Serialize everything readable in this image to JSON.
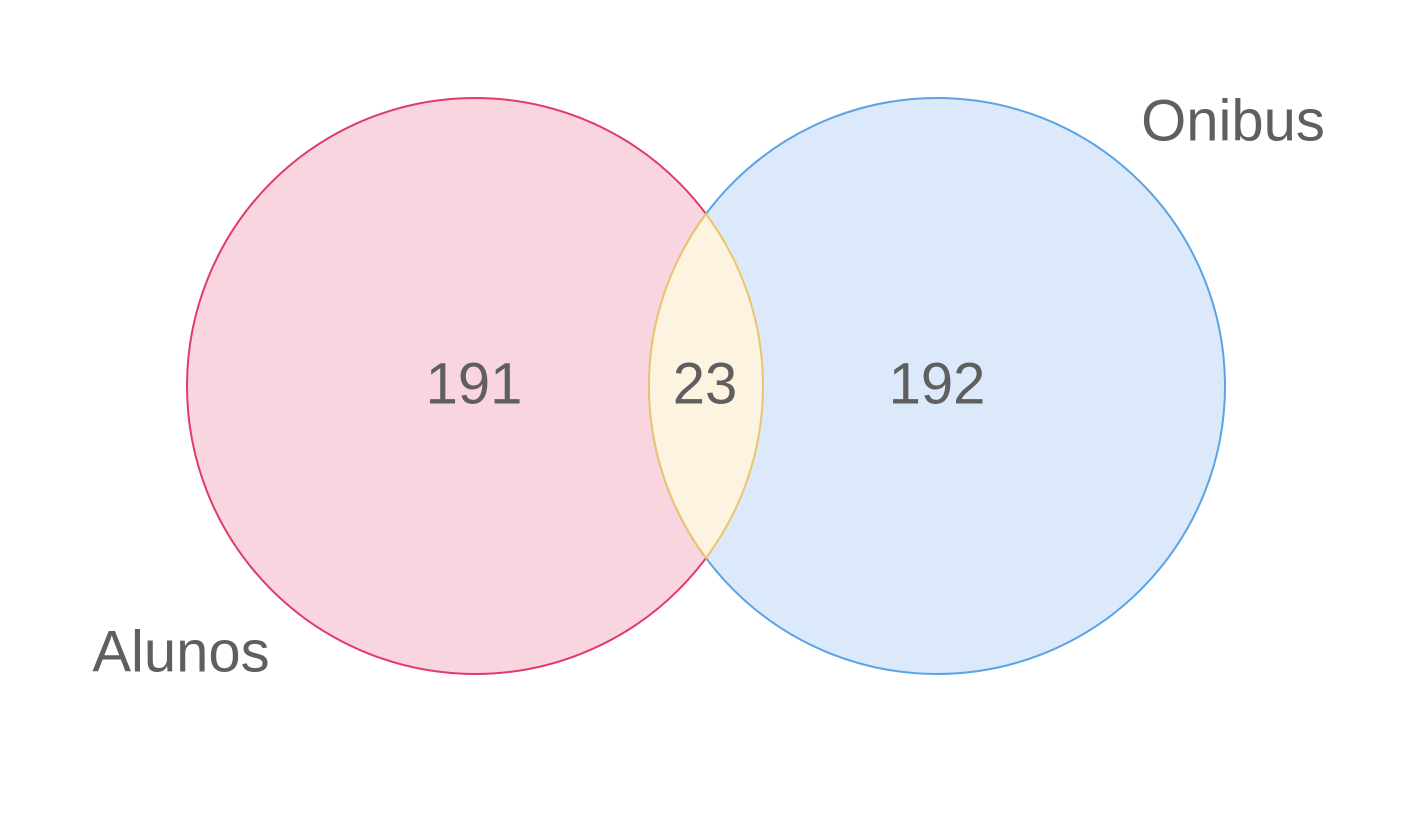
{
  "sets": [
    {
      "label": "Alunos",
      "only_count": "191",
      "fill": "#f9d5e0",
      "stroke": "#e23a6a"
    },
    {
      "label": "Onibus",
      "only_count": "192",
      "fill": "#dbe9fa",
      "stroke": "#5aa3e6"
    }
  ],
  "intersection": {
    "count": "23",
    "fill": "#fdf3e1",
    "stroke": "#ecc56a"
  },
  "text_color": "#5f5f5f"
}
